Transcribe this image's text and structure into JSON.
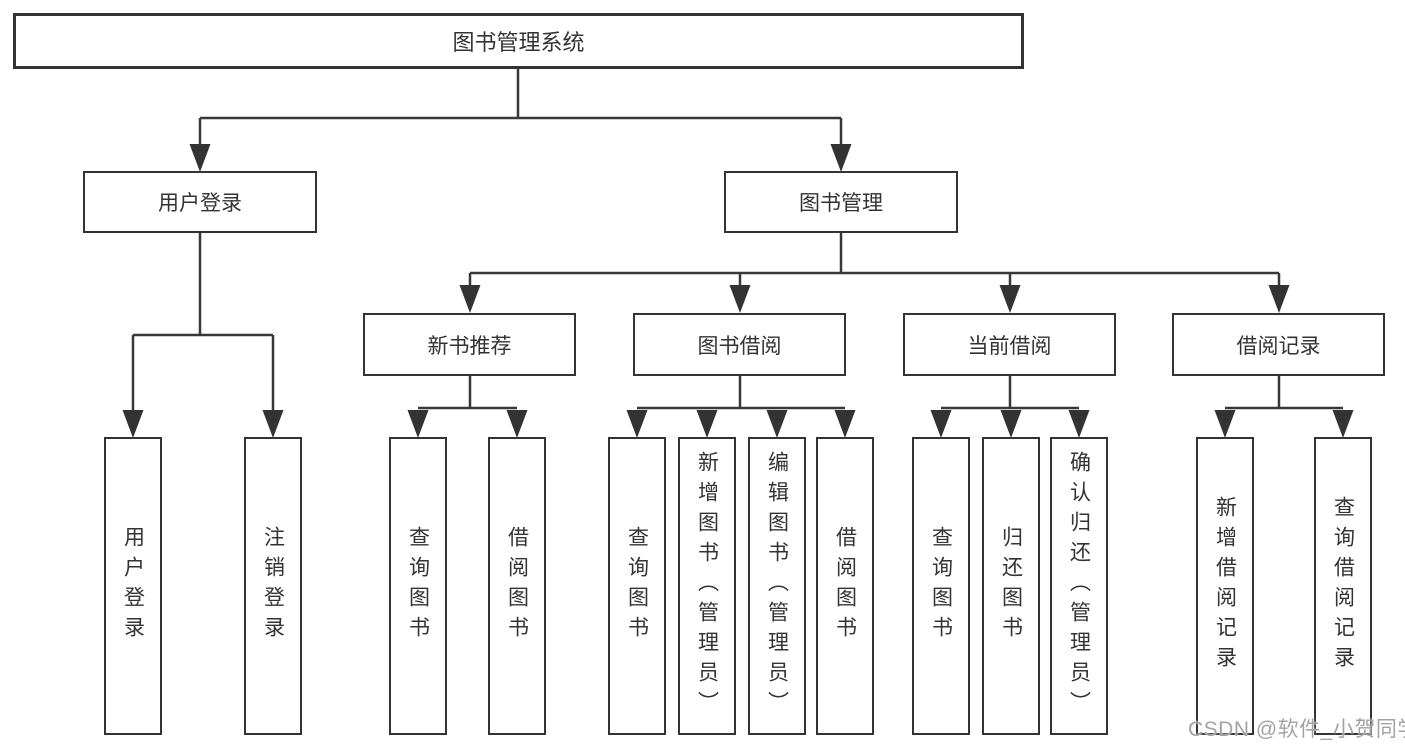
{
  "tree": {
    "label": "图书管理系统",
    "children": [
      {
        "label": "用户登录",
        "children": [
          {
            "label": "用户登录"
          },
          {
            "label": "注销登录"
          }
        ]
      },
      {
        "label": "图书管理",
        "children": [
          {
            "label": "新书推荐",
            "children": [
              {
                "label": "查询图书"
              },
              {
                "label": "借阅图书"
              }
            ]
          },
          {
            "label": "图书借阅",
            "children": [
              {
                "label": "查询图书"
              },
              {
                "label": "新增图书（管理员）"
              },
              {
                "label": "编辑图书（管理员）"
              },
              {
                "label": "借阅图书"
              }
            ]
          },
          {
            "label": "当前借阅",
            "children": [
              {
                "label": "查询图书"
              },
              {
                "label": "归还图书"
              },
              {
                "label": "确认归还（管理员）"
              }
            ]
          },
          {
            "label": "借阅记录",
            "children": [
              {
                "label": "新增借阅记录"
              },
              {
                "label": "查询借阅记录"
              }
            ]
          }
        ]
      }
    ]
  },
  "watermark": {
    "text": "CSDN @软件_小贺同学"
  },
  "colors": {
    "background": "#ffffff",
    "box_fill": "#ffffff",
    "box_border": "#333333",
    "line": "#383838",
    "text": "#333333",
    "watermark_text": "#a3a3a3"
  }
}
